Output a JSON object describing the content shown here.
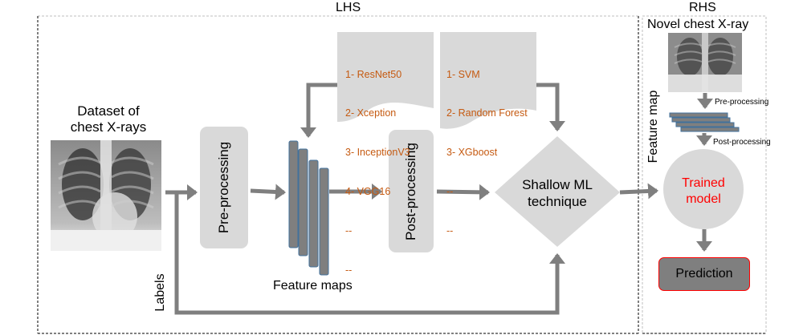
{
  "sections": {
    "lhs_title": "LHS",
    "rhs_title": "RHS"
  },
  "lhs": {
    "dataset_title_line1": "Dataset of",
    "dataset_title_line2": "chest X-rays",
    "preprocessing_label": "Pre-processing",
    "feature_maps_label": "Feature maps",
    "postprocessing_label": "Post-processing",
    "labels_label": "Labels",
    "shallow_ml_line1": "Shallow ML",
    "shallow_ml_line2": "technique",
    "cnn_models": [
      "1- ResNet50",
      "2- Xception",
      "3- InceptionV3",
      "4- VGG16",
      "--",
      "--"
    ],
    "ml_models": [
      "1- SVM",
      "2- Random Forest",
      "3- XGboost",
      "--",
      "--"
    ]
  },
  "rhs": {
    "novel_xray_title": "Novel chest X-ray",
    "feature_map_label": "Feature map",
    "preprocessing_label": "Pre-processing",
    "postprocessing_label": "Post-processing",
    "trained_model_line1": "Trained",
    "trained_model_line2": "model",
    "prediction_label": "Prediction"
  },
  "colors": {
    "arrow": "#7f7f7f",
    "shape_fill": "#d9d9d9",
    "model_text": "#c55a11",
    "trained_model_text": "#ff0000",
    "prediction_fill": "#7f7f7f",
    "prediction_border": "#ff0000",
    "feature_map_border": "#41719c"
  }
}
